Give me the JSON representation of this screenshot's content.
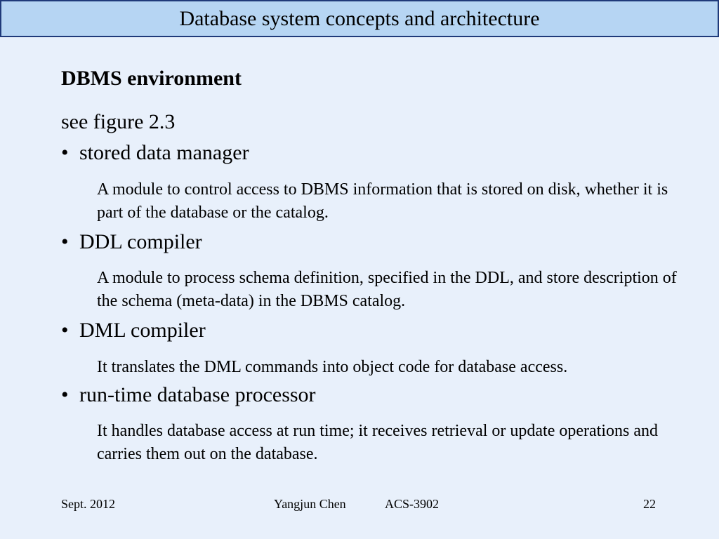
{
  "slide": {
    "title": "Database system concepts and architecture",
    "heading": "DBMS environment",
    "intro": "see figure 2.3",
    "bullet_symbol": "•",
    "items": [
      {
        "label": "stored data manager",
        "description": "A module to control access to DBMS information that is stored on disk, whether it is part of the database or the catalog."
      },
      {
        "label": "DDL compiler",
        "description": "A module to process schema definition, specified in the DDL, and store description of the schema (meta-data) in the DBMS catalog."
      },
      {
        "label": "DML compiler",
        "description": "It translates the DML commands into object code for database access."
      },
      {
        "label": "run-time database processor",
        "description": "It handles database access at run time; it receives retrieval or update operations and carries them out on the database."
      }
    ]
  },
  "footer": {
    "date": "Sept. 2012",
    "author": "Yangjun Chen",
    "course": "ACS-3902",
    "page_number": "22"
  }
}
